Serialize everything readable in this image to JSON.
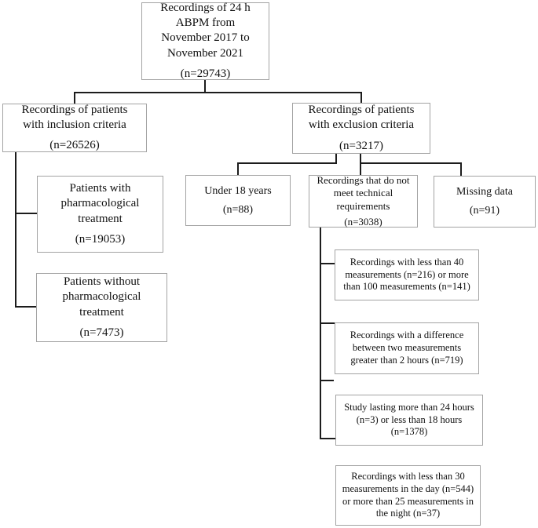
{
  "diagram": {
    "type": "patient-flow-chart",
    "colors": {
      "background": "#ffffff",
      "box_border": "#a3a3a3",
      "connector_line": "#1c1c1c",
      "text": "#111111"
    },
    "nodes": {
      "total": {
        "lines": [
          "Recordings of 24 h",
          "ABPM from",
          "November 2017 to",
          "November 2021"
        ],
        "n": "(n=29743)"
      },
      "inclusion": {
        "lines": [
          "Recordings of patients",
          "with inclusion criteria"
        ],
        "n": "(n=26526)"
      },
      "exclusion": {
        "lines": [
          "Recordings of patients",
          "with exclusion criteria"
        ],
        "n": "(n=3217)"
      },
      "pharm": {
        "lines": [
          "Patients with",
          "pharmacological",
          "treatment"
        ],
        "n": "(n=19053)"
      },
      "no_pharm": {
        "lines": [
          "Patients without",
          "pharmacological",
          "treatment"
        ],
        "n": "(n=7473)"
      },
      "under18": {
        "lines": [
          "Under 18 years"
        ],
        "n": "(n=88)"
      },
      "technical": {
        "lines": [
          "Recordings that do not",
          "meet technical",
          "requirements"
        ],
        "n": "(n=3038)"
      },
      "missing": {
        "lines": [
          "Missing data"
        ],
        "n": "(n=91)"
      },
      "sub1": {
        "lines": [
          "Recordings with less than 40",
          "measurements (n=216) or more",
          "than 100 measurements (n=141)"
        ]
      },
      "sub2": {
        "lines": [
          "Recordings with a difference",
          "between two measurements",
          "greater than 2 hours (n=719)"
        ]
      },
      "sub3": {
        "lines": [
          "Study lasting more than 24 hours",
          "(n=3) or less than 18 hours",
          "(n=1378)"
        ]
      },
      "sub4": {
        "lines": [
          "Recordings with less than 30",
          "measurements in the day (n=544)",
          "or more than 25 measurements in",
          "the night (n=37)"
        ]
      }
    }
  }
}
